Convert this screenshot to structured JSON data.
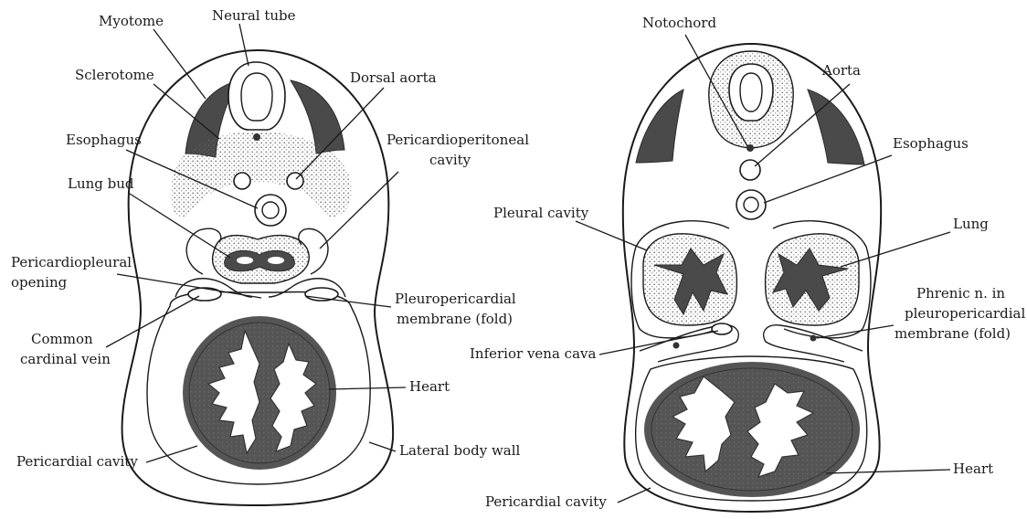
{
  "left_section": {
    "labels": {
      "myotome": "Myotome",
      "neural_tube": "Neural tube",
      "sclerotome": "Sclerotome",
      "dorsal_aorta": "Dorsal aorta",
      "esophagus": "Esophagus",
      "pericardioperitoneal_1": "Pericardioperitoneal",
      "pericardioperitoneal_2": "cavity",
      "lung_bud": "Lung bud",
      "pericardiopleural_1": "Pericardiopleural",
      "pericardiopleural_2": "opening",
      "pleuropericardial_1": "Pleuropericardial",
      "pleuropericardial_2": "membrane (fold)",
      "common_cardinal_1": "Common",
      "common_cardinal_2": "cardinal vein",
      "heart": "Heart",
      "pericardial_cavity": "Pericardial cavity",
      "lateral_body_wall": "Lateral body wall"
    }
  },
  "right_section": {
    "labels": {
      "notochord": "Notochord",
      "aorta": "Aorta",
      "esophagus": "Esophagus",
      "pleural_cavity": "Pleural cavity",
      "lung": "Lung",
      "phrenic_1": "Phrenic n. in",
      "phrenic_2": "pleuropericardial",
      "phrenic_3": "membrane (fold)",
      "inferior_vena_cava": "Inferior vena cava",
      "heart": "Heart",
      "pericardial_cavity": "Pericardial cavity"
    }
  }
}
